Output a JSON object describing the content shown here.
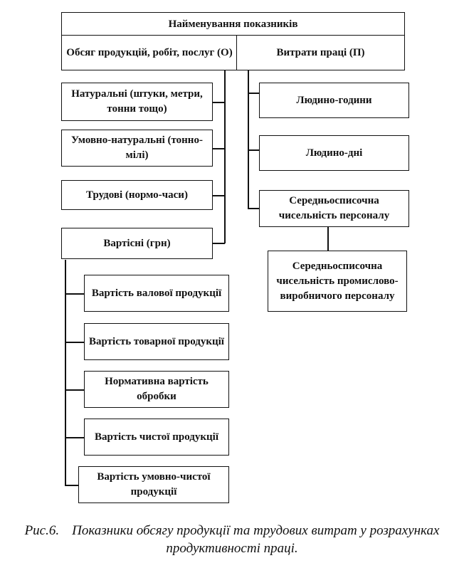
{
  "header": {
    "title": "Найменування показників",
    "left": "Обсяг продукцій, робіт, послуг (О)",
    "right": "Витрати праці (П)"
  },
  "left_column": [
    "Натуральні (штуки, метри, тонни тощо)",
    "Умовно-натуральні (тонно-мілі)",
    "Трудові (нормо-часи)",
    "Вартісні (грн)"
  ],
  "value_sub": [
    "Вартість валової продукції",
    "Вартість товарної продукції",
    "Нормативна вартість обробки",
    "Вартість чистої продукції",
    "Вартість умовно-чистої продукції"
  ],
  "right_column": [
    "Людино-години",
    "Людино-дні",
    "Середньосписочна чисельність персоналу"
  ],
  "right_sub": "Середньосписочна чисельність промислово-виробничого персоналу",
  "caption": {
    "number": "Рис.6.",
    "text": "Показники обсягу продукції та трудових витрат у розрахунках продуктивності праці."
  }
}
